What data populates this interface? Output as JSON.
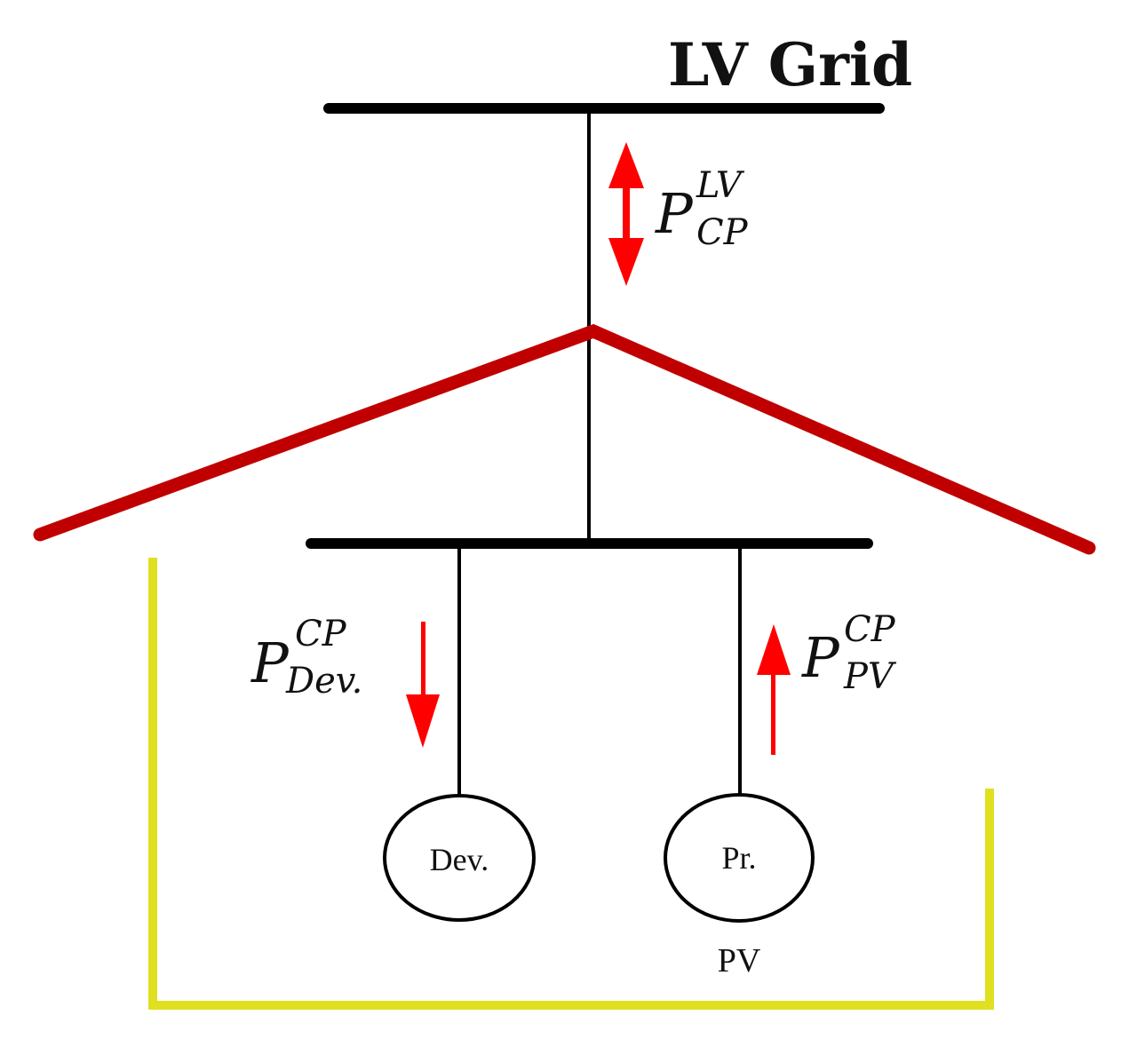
{
  "diagram": {
    "title": "LV Grid",
    "flows": {
      "grid_cp": {
        "symbol": "P",
        "superscript": "LV",
        "subscript": "CP"
      },
      "device": {
        "symbol": "P",
        "superscript": "CP",
        "subscript": "Dev."
      },
      "pv": {
        "symbol": "P",
        "superscript": "CP",
        "subscript": "PV"
      }
    },
    "nodes": {
      "device": {
        "label": "Dev."
      },
      "producer": {
        "label": "Pr.",
        "caption": "PV"
      }
    },
    "colors": {
      "bus": "#000000",
      "roof": "#c00000",
      "arrow": "#ff0000",
      "house_walls": "#e0e020"
    }
  }
}
